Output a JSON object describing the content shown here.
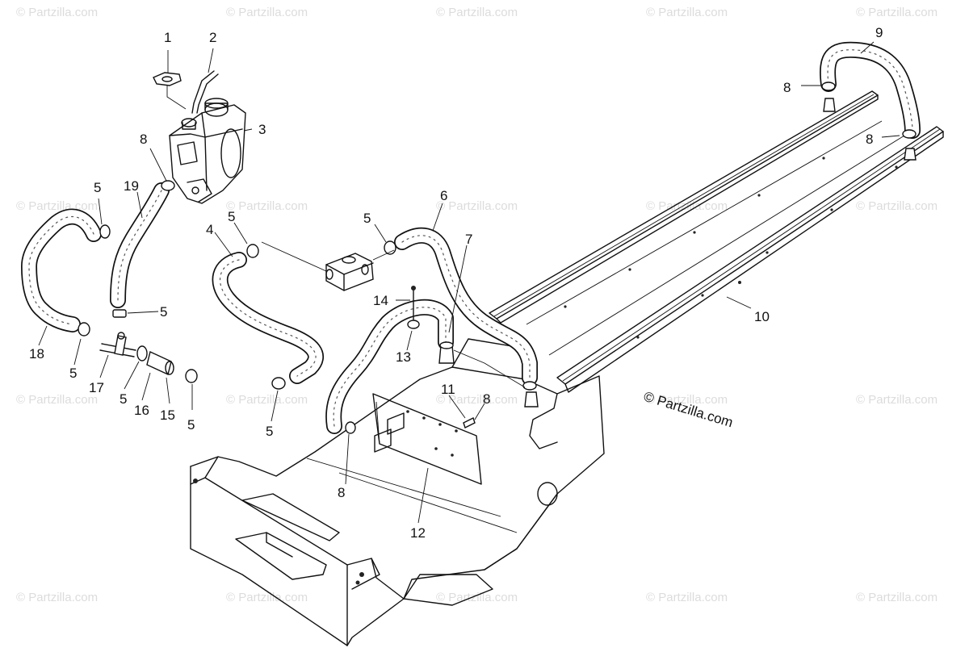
{
  "watermark_text": "© Partzilla.com",
  "copyright_text": "© Partzilla.com",
  "callouts": {
    "c1": "1",
    "c2": "2",
    "c3": "3",
    "c8a": "8",
    "c5a": "5",
    "c19": "19",
    "c4": "4",
    "c5b": "5",
    "c5c": "5",
    "c6": "6",
    "c7": "7",
    "c14": "14",
    "c13": "13",
    "c11": "11",
    "c8b": "8",
    "c18": "18",
    "c5d": "5",
    "c17": "17",
    "c5e": "5",
    "c16": "16",
    "c15": "15",
    "c5f": "5",
    "c5g": "5",
    "c8c": "8",
    "c12": "12",
    "c10": "10",
    "c9": "9",
    "c8d": "8",
    "c8e": "8"
  }
}
